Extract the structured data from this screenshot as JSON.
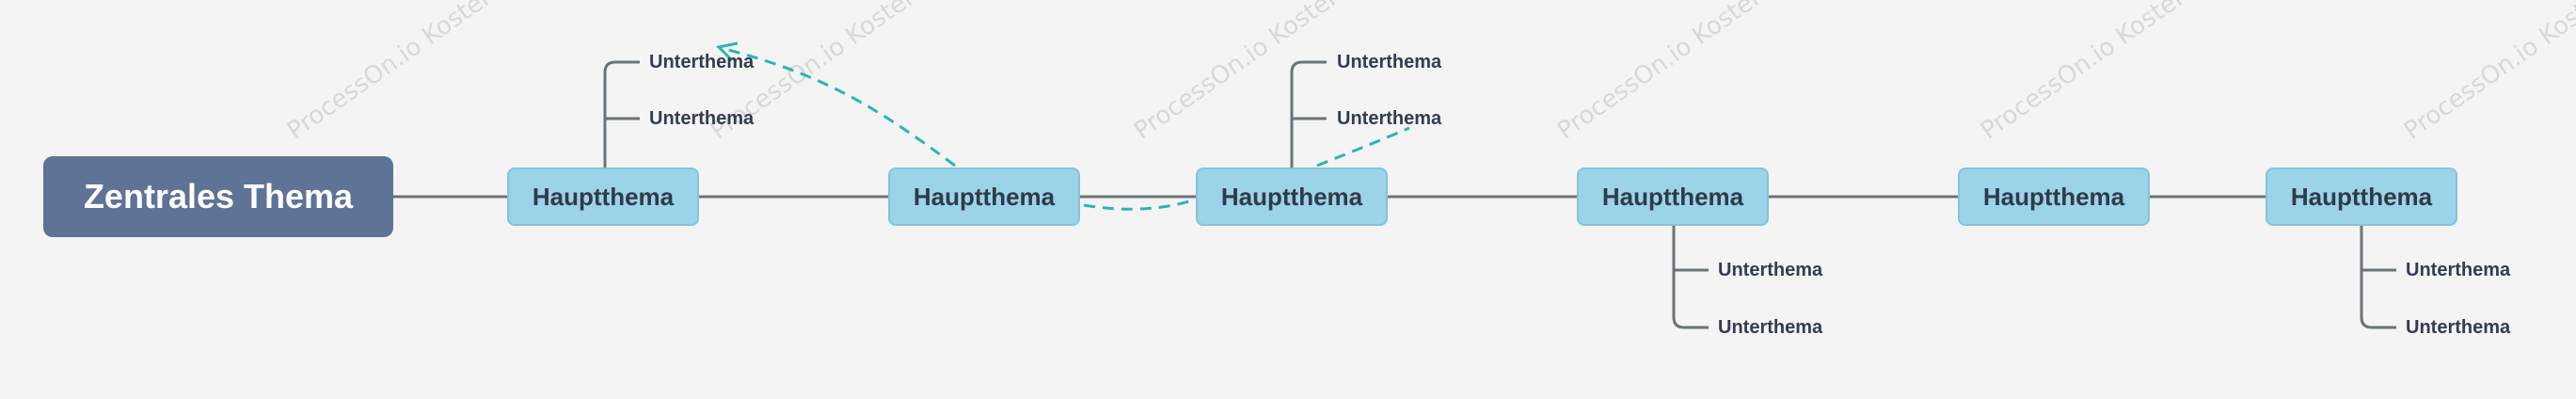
{
  "central_topic": "Zentrales Thema",
  "main_topics": [
    {
      "label": "Hauptthema",
      "subtopics": [
        "Unterthema",
        "Unterthema"
      ]
    },
    {
      "label": "Hauptthema",
      "subtopics": []
    },
    {
      "label": "Hauptthema",
      "subtopics": [
        "Unterthema",
        "Unterthema"
      ]
    },
    {
      "label": "Hauptthema",
      "subtopics": [
        "Unterthema",
        "Unterthema"
      ]
    },
    {
      "label": "Hauptthema",
      "subtopics": []
    },
    {
      "label": "Hauptthema",
      "subtopics": [
        "Unterthema",
        "Unterthema"
      ]
    }
  ],
  "watermarks": [
    "ProcessOn.io Kostenlose Mindmap"
  ],
  "colors": {
    "background": "#f4f4f4",
    "central_fill": "#5f7397",
    "main_fill": "#9bd3e8",
    "main_border": "#86c3da",
    "line": "#6b7478",
    "dashed_link": "#2bb5b5"
  }
}
